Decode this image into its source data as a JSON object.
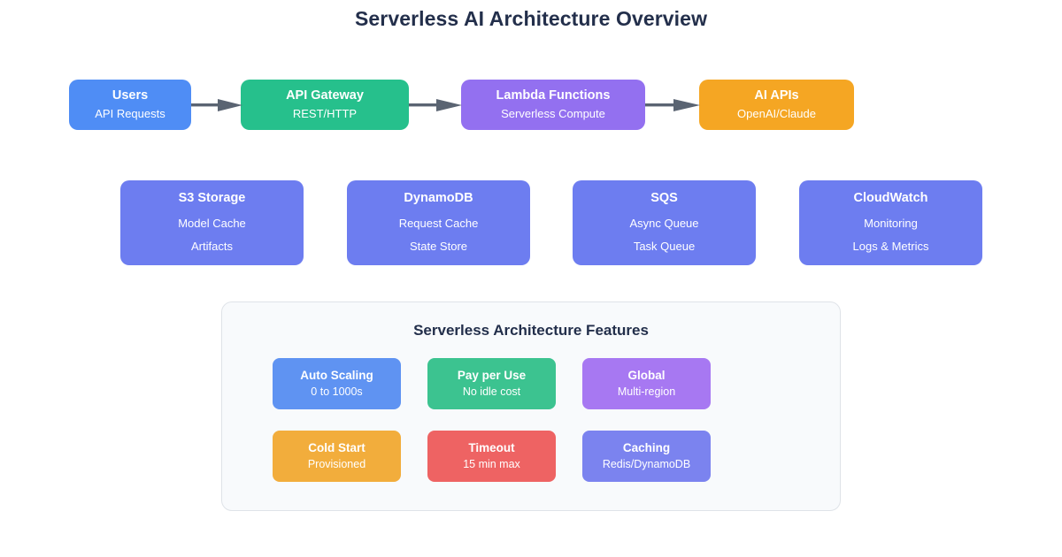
{
  "page": {
    "title": "Serverless AI Architecture Overview",
    "background": "#ffffff",
    "title_color": "#232f4b"
  },
  "flow": {
    "arrow_color": "#5a6472",
    "arrow_icon": "arrow-right-icon",
    "nodes": [
      {
        "title": "Users",
        "subtitle": "API Requests",
        "color": "#4f8df5"
      },
      {
        "title": "API Gateway",
        "subtitle": "REST/HTTP",
        "color": "#26c08c"
      },
      {
        "title": "Lambda Functions",
        "subtitle": "Serverless Compute",
        "color": "#9370f0"
      },
      {
        "title": "AI APIs",
        "subtitle": "OpenAI/Claude",
        "color": "#f5a623"
      }
    ]
  },
  "services": {
    "color": "#6d7df0",
    "cards": [
      {
        "title": "S3 Storage",
        "line1": "Model Cache",
        "line2": "Artifacts"
      },
      {
        "title": "DynamoDB",
        "line1": "Request Cache",
        "line2": "State Store"
      },
      {
        "title": "SQS",
        "line1": "Async Queue",
        "line2": "Task Queue"
      },
      {
        "title": "CloudWatch",
        "line1": "Monitoring",
        "line2": "Logs & Metrics"
      }
    ]
  },
  "features": {
    "title": "Serverless Architecture Features",
    "panel_background": "#f8fafc",
    "panel_border": "#dfe3e8",
    "chips": [
      {
        "title": "Auto Scaling",
        "subtitle": "0 to 1000s",
        "color": "#5f93f2"
      },
      {
        "title": "Pay per Use",
        "subtitle": "No idle cost",
        "color": "#3cc390"
      },
      {
        "title": "Global",
        "subtitle": "Multi-region",
        "color": "#a778f2"
      },
      {
        "title": "Cold Start",
        "subtitle": "Provisioned",
        "color": "#f2ad3c"
      },
      {
        "title": "Timeout",
        "subtitle": "15 min max",
        "color": "#ee6363"
      },
      {
        "title": "Caching",
        "subtitle": "Redis/DynamoDB",
        "color": "#7b83ef"
      }
    ]
  }
}
